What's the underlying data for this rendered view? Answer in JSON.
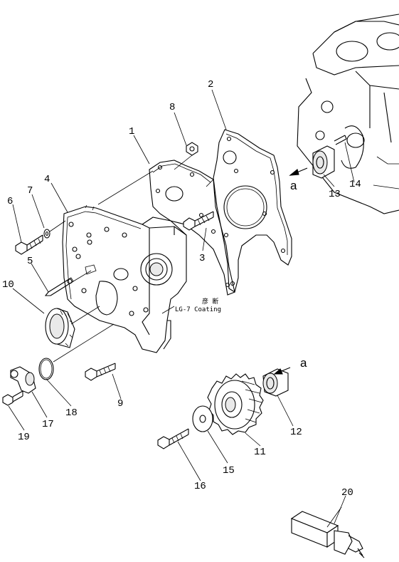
{
  "part_labels": [
    "1",
    "2",
    "3",
    "4",
    "5",
    "6",
    "7",
    "8",
    "9",
    "10",
    "11",
    "12",
    "13",
    "14",
    "15",
    "16",
    "17",
    "18",
    "19",
    "20"
  ],
  "view_marker": "a",
  "note": {
    "kanji": "彦 断",
    "line": "LG-7  Coating"
  }
}
